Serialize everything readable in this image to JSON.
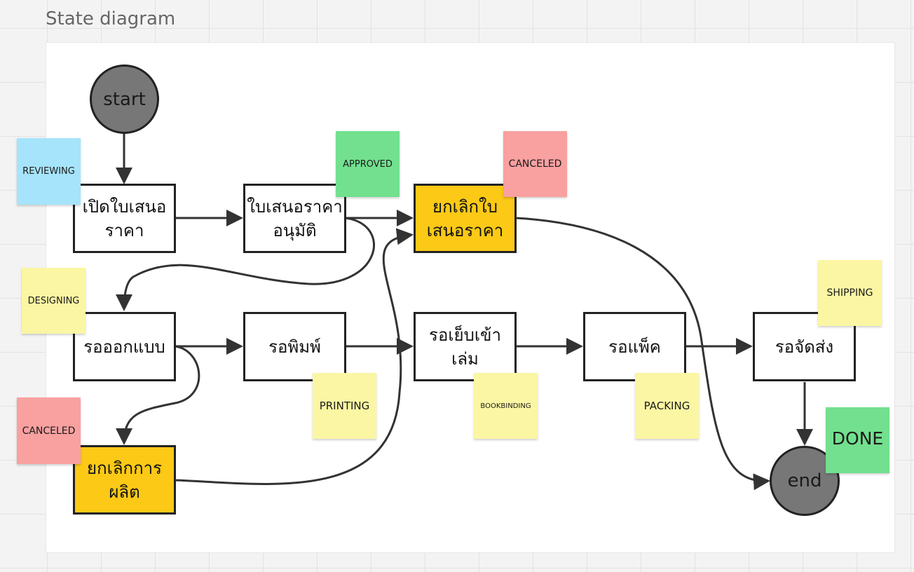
{
  "frame_title": "State diagram",
  "states": {
    "start": "start",
    "end": "end",
    "open_quote": "เปิดใบเสนอราคา",
    "quote_approved": "ใบเสนอราคาอนุมัติ",
    "cancel_quote": "ยกเลิกใบเสนอราคา",
    "waiting_design": "รอออกแบบ",
    "waiting_print": "รอพิมพ์",
    "waiting_binding": "รอเย็บเข้าเล่ม",
    "waiting_pack": "รอแพ็ค",
    "waiting_ship": "รอจัดส่ง",
    "cancel_production": "ยกเลิกการผลิต"
  },
  "stickies": {
    "reviewing": "REVIEWING",
    "approved": "APPROVED",
    "canceled_quote": "CANCELED",
    "designing": "DESIGNING",
    "shipping": "SHIPPING",
    "canceled_production": "CANCELED",
    "printing": "PRINTING",
    "bookbinding": "BOOKBINDING",
    "packing": "PACKING",
    "done": "DONE"
  },
  "colors": {
    "sticky_blue": "#a6e4fb",
    "sticky_green": "#72e08e",
    "sticky_red": "#f9a0a0",
    "sticky_yellow": "#fbf6a3",
    "cancel_state": "#fbc916",
    "terminal_circle": "#777777",
    "edge": "#333333"
  }
}
